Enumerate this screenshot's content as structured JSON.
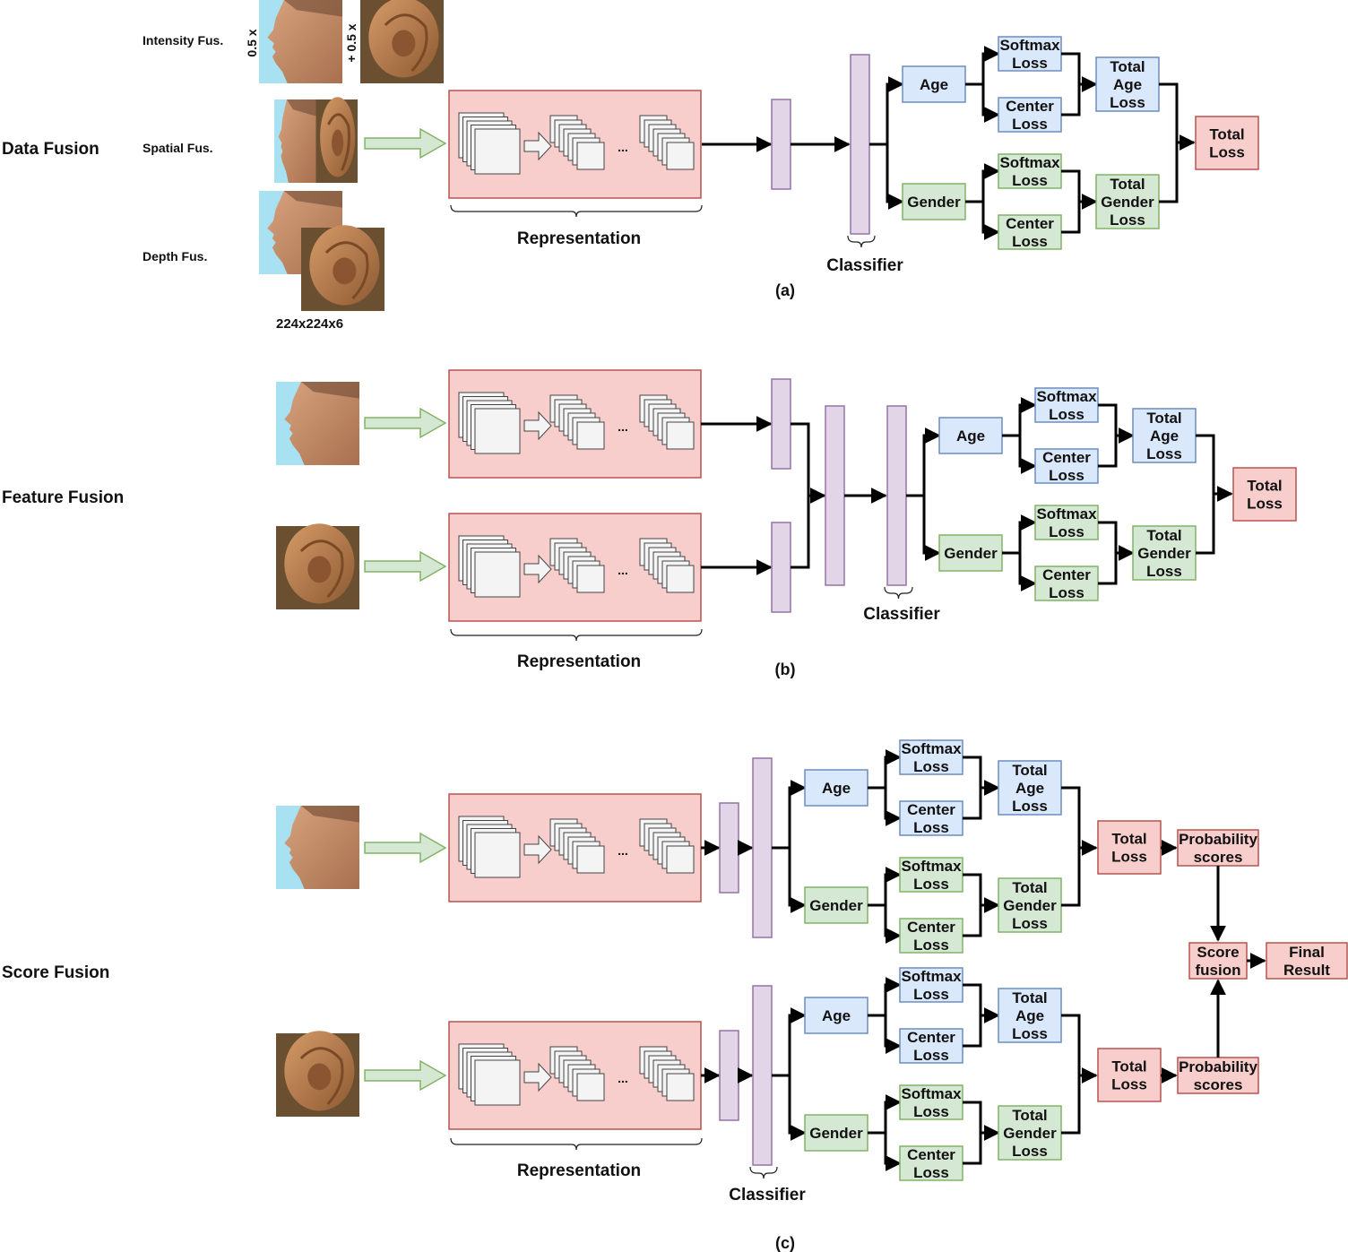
{
  "fusion_titles": {
    "data": "Data Fusion",
    "feature": "Feature Fusion",
    "score": "Score Fusion"
  },
  "data_fusion_variants": {
    "intensity": "Intensity Fus.",
    "spatial": "Spatial Fus.",
    "depth": "Depth Fus.",
    "weight_face": "0.5 x",
    "weight_ear": "+ 0.5 x",
    "input_size": "224x224x6"
  },
  "labels": {
    "representation": "Representation",
    "classifier": "Classifier",
    "ellipsis": "..."
  },
  "blocks": {
    "age": "Age",
    "gender": "Gender",
    "softmax_loss": [
      "Softmax",
      "Loss"
    ],
    "center_loss": [
      "Center",
      "Loss"
    ],
    "total_age_loss": [
      "Total",
      "Age",
      "Loss"
    ],
    "total_gender_loss": [
      "Total",
      "Gender",
      "Loss"
    ],
    "total_loss": [
      "Total",
      "Loss"
    ],
    "probability_scores": [
      "Probability",
      "scores"
    ],
    "score_fusion": [
      "Score",
      "fusion"
    ],
    "final_result": [
      "Final",
      "Result"
    ]
  },
  "captions": [
    "(a)",
    "(b)",
    "(c)"
  ],
  "images": [
    "face-profile",
    "ear"
  ],
  "colors": {
    "blue_fill": "#dae8fc",
    "blue_stroke": "#6c8ebf",
    "green_fill": "#d5e8d4",
    "green_stroke": "#82b366",
    "red_fill": "#f8cecc",
    "red_stroke": "#b85450",
    "purple_fill": "#e1d5e7",
    "purple_stroke": "#9673a6"
  }
}
